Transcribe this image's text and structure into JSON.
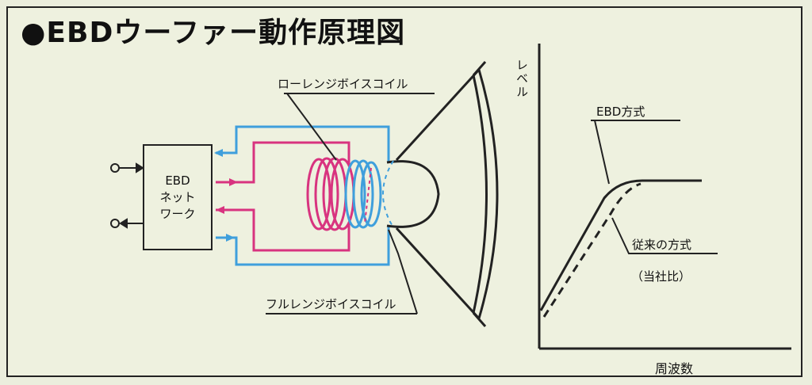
{
  "title": "●EBDウーファー動作原理図",
  "network_box": {
    "line1": "EBD",
    "line2": "ネット",
    "line3": "ワーク"
  },
  "coil_labels": {
    "low_range": "ローレンジボイスコイル",
    "full_range": "フルレンジボイスコイル"
  },
  "graph": {
    "y_axis": "レベル",
    "x_axis": "周波数",
    "ebd_label": "EBD方式",
    "conventional_label": "従来の方式",
    "conventional_note": "（当社比）"
  },
  "colors": {
    "magenta_wire": "#d8337f",
    "blue_wire": "#3f9fdc",
    "line": "#222222",
    "background": "#eef1df"
  }
}
